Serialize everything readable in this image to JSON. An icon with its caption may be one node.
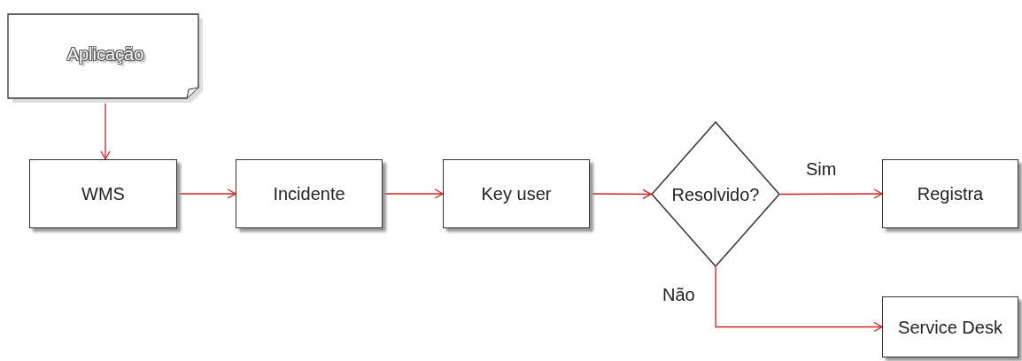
{
  "diagram": {
    "nodes": [
      {
        "text": [
          "Aplicação"
        ]
      },
      {
        "text": [
          "WMS"
        ]
      },
      {
        "text": [
          "Incidente"
        ]
      },
      {
        "text": [
          "Key user"
        ]
      },
      {
        "text": [
          "Resolvido?"
        ]
      },
      {
        "text": [
          "Registra"
        ]
      },
      {
        "text": [
          "Service Desk"
        ]
      }
    ],
    "edges": [
      {
        "from": 0,
        "to": 1,
        "arrow": "to"
      },
      {
        "from": 1,
        "to": 2,
        "arrow": "to"
      },
      {
        "from": 2,
        "to": 3,
        "arrow": "to"
      },
      {
        "from": 3,
        "to": 4,
        "arrow": "to"
      },
      {
        "from": 4,
        "to": 5,
        "arrow": "to",
        "label": "Sim"
      },
      {
        "from": 4,
        "to": 6,
        "arrow": "to",
        "label": "Não"
      }
    ]
  }
}
